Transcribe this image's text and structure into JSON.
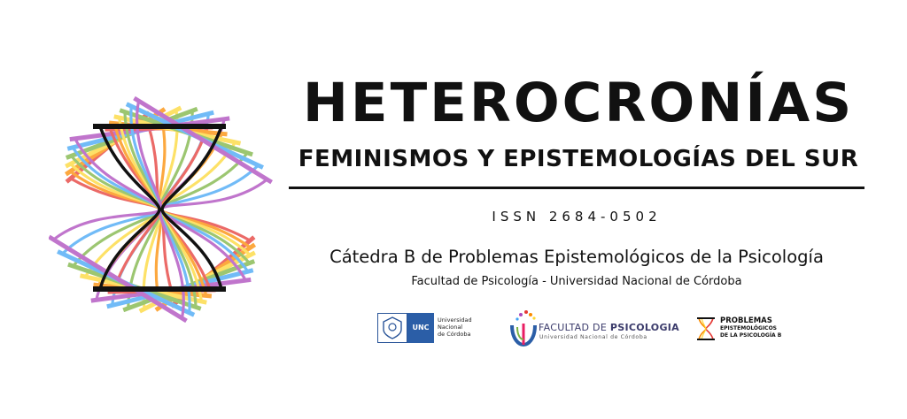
{
  "header": {
    "title": "HETEROCRONÍAS",
    "subtitle": "FEMINISMOS Y EPISTEMOLOGÍAS DEL SUR",
    "issn": "ISSN 2684-0502",
    "catedra": "Cátedra B de Problemas Epistemológicos de la Psicología",
    "facultad": "Facultad de Psicología - Universidad Nacional de Córdoba"
  },
  "logos": {
    "unc": {
      "badge": "UNC",
      "line1": "Universidad",
      "line2": "Nacional",
      "line3": "de Córdoba"
    },
    "fpsi": {
      "prefix": "FACULTAD DE ",
      "bold": "PSICOLOGIA",
      "univ": "Universidad Nacional de Córdoba"
    },
    "pe": {
      "line1": "PROBLEMAS",
      "line2": "EPISTEMOLÓGICOS",
      "line3": "DE LA PSICOLOGÍA B"
    }
  },
  "colors": {
    "text": "#111111",
    "rainbow": [
      "#e53935",
      "#fb8c00",
      "#fdd835",
      "#7cb342",
      "#42a5f5",
      "#ab47bc"
    ]
  },
  "icons": [
    "hourglass-rainbow-logo",
    "unc-crest-icon",
    "facultad-psicologia-logo-icon",
    "problemas-hourglass-icon"
  ]
}
